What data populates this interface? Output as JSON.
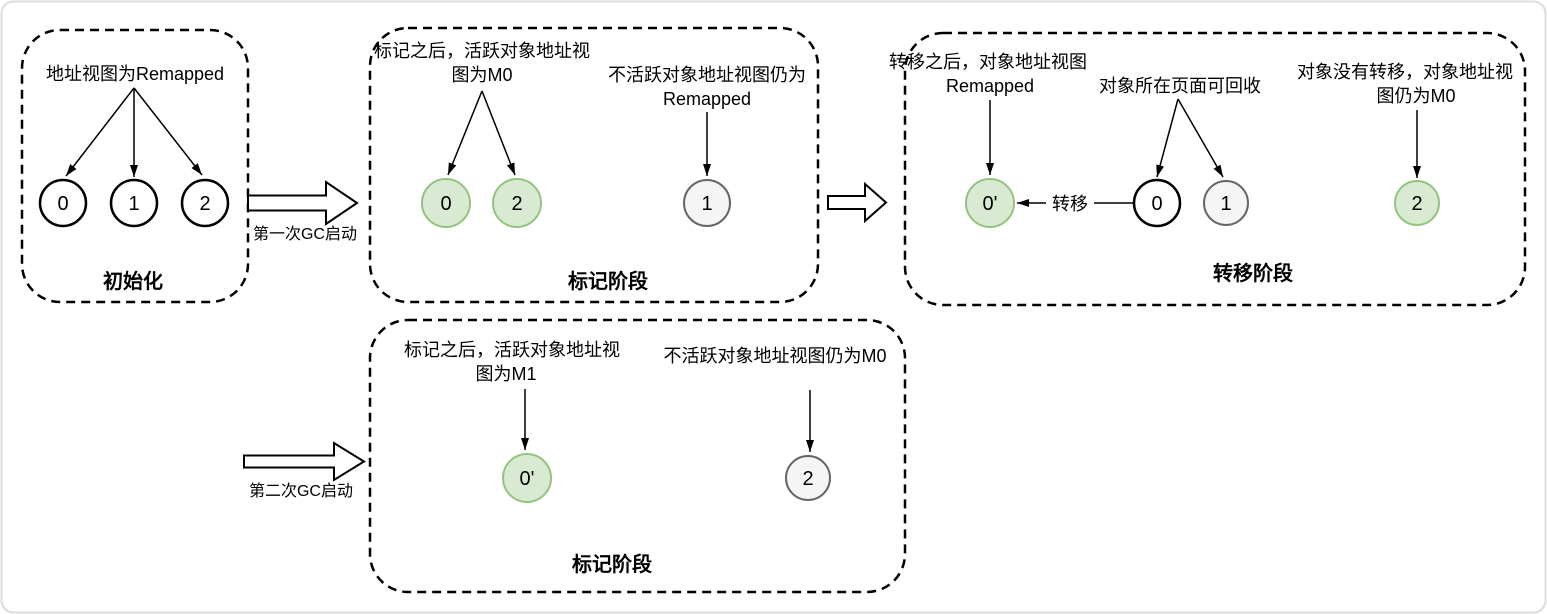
{
  "colors": {
    "live_fill": "#d9ead3",
    "live_stroke": "#93c47d",
    "inactive_fill": "#f5f5f5",
    "inactive_stroke": "#666666",
    "plain_fill": "#ffffff",
    "plain_stroke": "#000000"
  },
  "transitions": {
    "gc1_label": "第一次GC启动",
    "gc2_label": "第二次GC启动"
  },
  "panels": {
    "init": {
      "caption": "地址视图为Remapped",
      "nodes": {
        "n0": "0",
        "n1": "1",
        "n2": "2"
      },
      "label": "初始化"
    },
    "mark1": {
      "active_caption": {
        "line1": "标记之后，活跃对象地址视",
        "line2": "图为M0"
      },
      "inactive_caption": {
        "line1": "不活跃对象地址视图仍为",
        "line2": "Remapped"
      },
      "nodes": {
        "n0": "0",
        "n2": "2",
        "n1": "1"
      },
      "label": "标记阶段"
    },
    "relocate": {
      "relocated_caption": {
        "line1": "转移之后，对象地址视图",
        "line2": "Remapped"
      },
      "reclaim_caption": "对象所在页面可回收",
      "unmoved_caption": {
        "line1": "对象没有转移，对象地址视",
        "line2": "图仍为M0"
      },
      "edge_label": "转移",
      "nodes": {
        "n0new": "0'",
        "n0": "0",
        "n1": "1",
        "n2": "2"
      },
      "label": "转移阶段"
    },
    "mark2": {
      "active_caption": {
        "line1": "标记之后，活跃对象地址视",
        "line2": "图为M1"
      },
      "inactive_caption": "不活跃对象地址视图仍为M0",
      "nodes": {
        "n0new": "0'",
        "n2": "2"
      },
      "label": "标记阶段"
    }
  }
}
